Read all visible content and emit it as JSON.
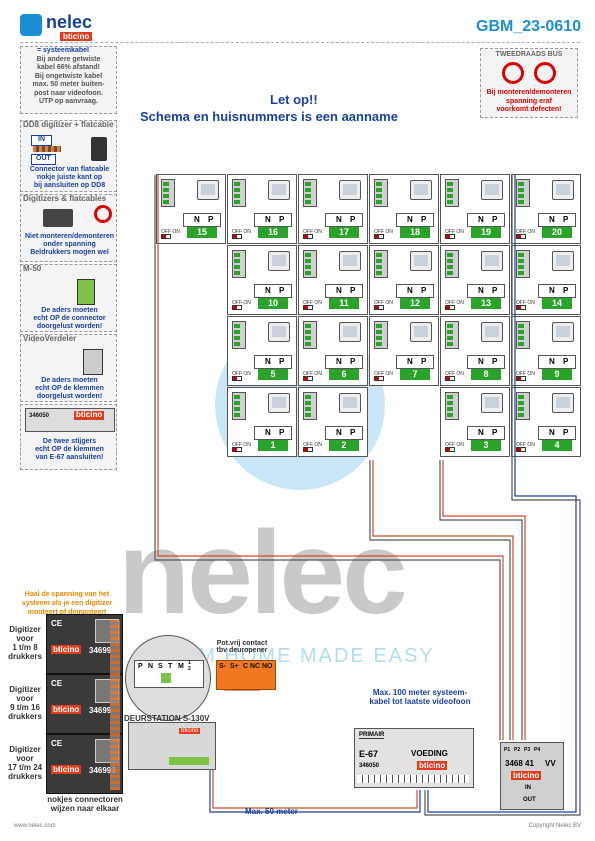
{
  "header": {
    "brand": "nelec",
    "brand_sub": "bticino",
    "code": "GBM_23-0610"
  },
  "warning": {
    "line1": "Let op!!",
    "line2": "Schema en huisnummers is een aanname"
  },
  "notes": [
    {
      "title": "= systeemkabel",
      "lines": [
        "Bij andere getwiste",
        "kabel 66% afstand!",
        "Bij ongetwiste kabel",
        "max. 50 meter buiten-",
        "post naar videofoon.",
        "UTP op aanvraag."
      ]
    },
    {
      "title": "DD8 digitizer + flatcable",
      "in": "IN",
      "out": "OUT",
      "lines": [
        "Connector van flatcable",
        "nokje juiste kant op",
        "bij aansluiten op DD8"
      ]
    },
    {
      "title": "Digitizers & flatcables",
      "lines": [
        "Niet monteren/demonteren",
        "onder spanning",
        "Beldrukkers mogen wel"
      ]
    },
    {
      "title": "M-50",
      "lines": [
        "De aders moeten",
        "echt OP de connector",
        "doorgelust worden!"
      ]
    },
    {
      "title": "VideoVerdeler",
      "lines": [
        "De aders moeten",
        "echt OP de klemmen",
        "doorgelust worden!"
      ]
    },
    {
      "title": "346050",
      "lines": [
        "De twee stijgers",
        "echt OP de klemmen",
        "van E-67 aansluiten!"
      ]
    }
  ],
  "bus": {
    "title": "TWEEDRAADS BUS",
    "lines": [
      "Bij monteren/demonteren",
      "spanning eraf",
      "voorkomt defecten!"
    ]
  },
  "units": {
    "n": "N",
    "p": "P",
    "offon": "OFF ON"
  },
  "rows": [
    [
      "15",
      "16",
      "17",
      "18",
      "19",
      "20"
    ],
    [
      "",
      "10",
      "11",
      "12",
      "13",
      "14"
    ],
    [
      "",
      "5",
      "6",
      "7",
      "8",
      "9"
    ],
    [
      "",
      "1",
      "2",
      "",
      "3",
      "4"
    ]
  ],
  "digitizers": {
    "header": [
      "Haal de spanning van het",
      "systeem als je een digitizer",
      "monteert of demonteert"
    ],
    "items": [
      {
        "label": [
          "Digitizer",
          "voor",
          "1 t/m 8",
          "drukkers"
        ],
        "code": "34699"
      },
      {
        "label": [
          "Digitizer",
          "voor",
          "9 t/m 16",
          "drukkers"
        ],
        "code": "34699"
      },
      {
        "label": [
          "Digitizer",
          "voor",
          "17 t/m 24",
          "drukkers"
        ],
        "code": "346993"
      }
    ],
    "footer": [
      "nokjes connectoren",
      "wijzen naar elkaar"
    ]
  },
  "doorstation": {
    "label": "DEURSTATION S-130V",
    "terminals": [
      "P",
      "N",
      "S",
      "T",
      "M",
      "1",
      "2"
    ]
  },
  "contact": {
    "title": [
      "Pot.vrij contact",
      "tbv deuropener"
    ],
    "terminals": [
      "S-",
      "S+",
      "C",
      "NC",
      "NO"
    ]
  },
  "cable_note": [
    "Max. 100 meter systeem-",
    "kabel tot laatste videofoon"
  ],
  "psu": {
    "label": "E-67",
    "primary": "PRIMAIR",
    "voeding": "VOEDING",
    "code": "346050"
  },
  "distributor": {
    "code": "3468 41",
    "vv": "VV",
    "ports": [
      "P1",
      "P2",
      "P3",
      "P4"
    ],
    "in": "IN",
    "out": "OUT"
  },
  "max50": "Max. 50 meter",
  "footer": {
    "left": "www.nelec.com",
    "right": "Copyright Nelec BV"
  },
  "watermark": {
    "text": "nelec",
    "tag": "FROM HOME MADE EASY"
  },
  "colors": {
    "accent": "#1b8fd6",
    "green": "#2aa32a",
    "orange": "#f07820",
    "navy": "#1a3fa0"
  }
}
